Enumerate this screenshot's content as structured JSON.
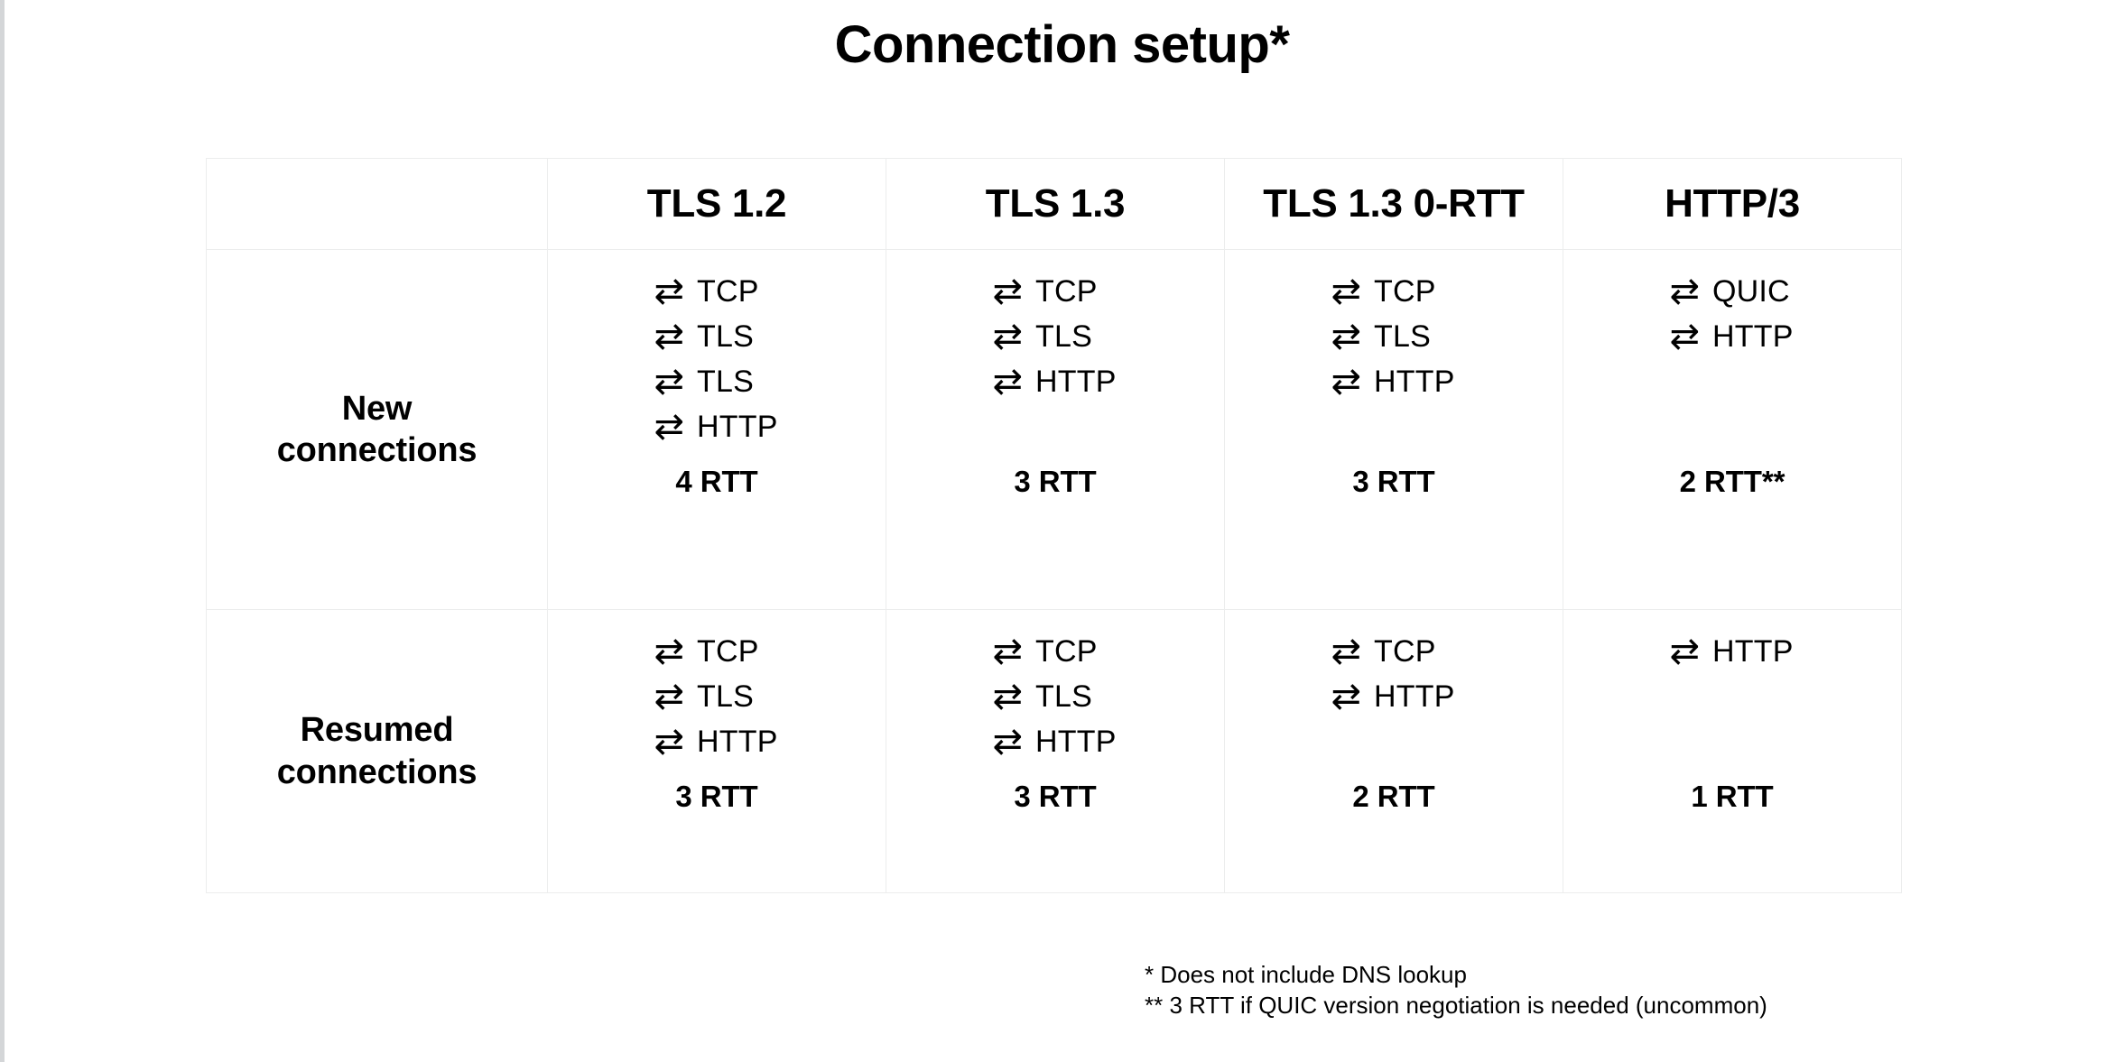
{
  "title": "Connection setup*",
  "table": {
    "corner_label": "",
    "columns": [
      "TLS 1.2",
      "TLS 1.3",
      "TLS 1.3 0-RTT",
      "HTTP/3"
    ],
    "arrow_icon": "⇄",
    "rows": [
      {
        "label_line1": "New",
        "label_line2": "connections",
        "cells": [
          {
            "steps": [
              "TCP",
              "TLS",
              "TLS",
              "HTTP"
            ],
            "rtt": "4 RTT"
          },
          {
            "steps": [
              "TCP",
              "TLS",
              "HTTP"
            ],
            "rtt": "3 RTT"
          },
          {
            "steps": [
              "TCP",
              "TLS",
              "HTTP"
            ],
            "rtt": "3 RTT"
          },
          {
            "steps": [
              "QUIC",
              "HTTP"
            ],
            "rtt": "2 RTT**"
          }
        ]
      },
      {
        "label_line1": "Resumed",
        "label_line2": "connections",
        "cells": [
          {
            "steps": [
              "TCP",
              "TLS",
              "HTTP"
            ],
            "rtt": "3 RTT"
          },
          {
            "steps": [
              "TCP",
              "TLS",
              "HTTP"
            ],
            "rtt": "3 RTT"
          },
          {
            "steps": [
              "TCP",
              "HTTP"
            ],
            "rtt": "2 RTT"
          },
          {
            "steps": [
              "HTTP"
            ],
            "rtt": "1 RTT"
          }
        ]
      }
    ]
  },
  "footnotes": [
    "* Does not include DNS lookup",
    "** 3 RTT if QUIC version negotiation is needed (uncommon)"
  ],
  "colors": {
    "text": "#000000",
    "background": "#ffffff",
    "grid_line": "#eceded",
    "left_strip": "#d4d6d8"
  }
}
